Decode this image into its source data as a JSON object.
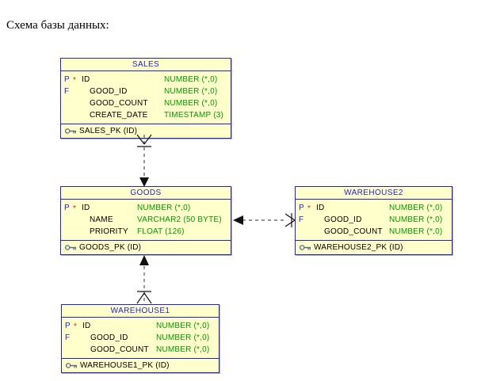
{
  "page": {
    "title": "Схема базы данных:"
  },
  "colors": {
    "entity_fill": "#FFFFCC",
    "entity_border": "#2222CC",
    "title_text": "#2222CC",
    "type_text": "#009900",
    "required_marker": "#EE2200",
    "connector": "#555555",
    "page_background": "#FFFFFF"
  },
  "entities": [
    {
      "name": "SALES",
      "attributes": [
        {
          "key": "P",
          "required": "*",
          "name": "ID",
          "type": "NUMBER (*,0)",
          "indented": false
        },
        {
          "key": "F",
          "required": "",
          "name": "GOOD_ID",
          "type": "NUMBER (*,0)",
          "indented": true
        },
        {
          "key": "",
          "required": "",
          "name": "GOOD_COUNT",
          "type": "NUMBER (*,0)",
          "indented": true
        },
        {
          "key": "",
          "required": "",
          "name": "CREATE_DATE",
          "type": "TIMESTAMP (3)",
          "indented": true
        }
      ],
      "primary_key": "SALES_PK (ID)",
      "key_icon": "key-icon"
    },
    {
      "name": "GOODS",
      "attributes": [
        {
          "key": "P",
          "required": "*",
          "name": "ID",
          "type": "NUMBER (*,0)",
          "indented": false
        },
        {
          "key": "",
          "required": "",
          "name": "NAME",
          "type": "VARCHAR2 (50 BYTE)",
          "indented": true
        },
        {
          "key": "",
          "required": "",
          "name": "PRIORITY",
          "type": "FLOAT (126)",
          "indented": true
        }
      ],
      "primary_key": "GOODS_PK (ID)",
      "key_icon": "key-icon"
    },
    {
      "name": "WAREHOUSE2",
      "attributes": [
        {
          "key": "P",
          "required": "*",
          "name": "ID",
          "type": "NUMBER (*,0)",
          "indented": false
        },
        {
          "key": "F",
          "required": "",
          "name": "GOOD_ID",
          "type": "NUMBER (*,0)",
          "indented": true
        },
        {
          "key": "",
          "required": "",
          "name": "GOOD_COUNT",
          "type": "NUMBER (*,0)",
          "indented": true
        }
      ],
      "primary_key": "WAREHOUSE2_PK (ID)",
      "key_icon": "key-icon"
    },
    {
      "name": "WAREHOUSE1",
      "attributes": [
        {
          "key": "P",
          "required": "*",
          "name": "ID",
          "type": "NUMBER (*,0)",
          "indented": false
        },
        {
          "key": "F",
          "required": "",
          "name": "GOOD_ID",
          "type": "NUMBER (*,0)",
          "indented": true
        },
        {
          "key": "",
          "required": "",
          "name": "GOOD_COUNT",
          "type": "NUMBER (*,0)",
          "indented": true
        }
      ],
      "primary_key": "WAREHOUSE1_PK (ID)",
      "key_icon": "key-icon"
    }
  ],
  "relationships": [
    {
      "from": "SALES",
      "to": "GOODS",
      "from_marker": "crows-foot",
      "to_marker": "arrow",
      "style": "dashed"
    },
    {
      "from": "WAREHOUSE2",
      "to": "GOODS",
      "from_marker": "crows-foot",
      "to_marker": "arrow",
      "style": "dashed"
    },
    {
      "from": "WAREHOUSE1",
      "to": "GOODS",
      "from_marker": "crows-foot",
      "to_marker": "arrow",
      "style": "dashed"
    }
  ]
}
